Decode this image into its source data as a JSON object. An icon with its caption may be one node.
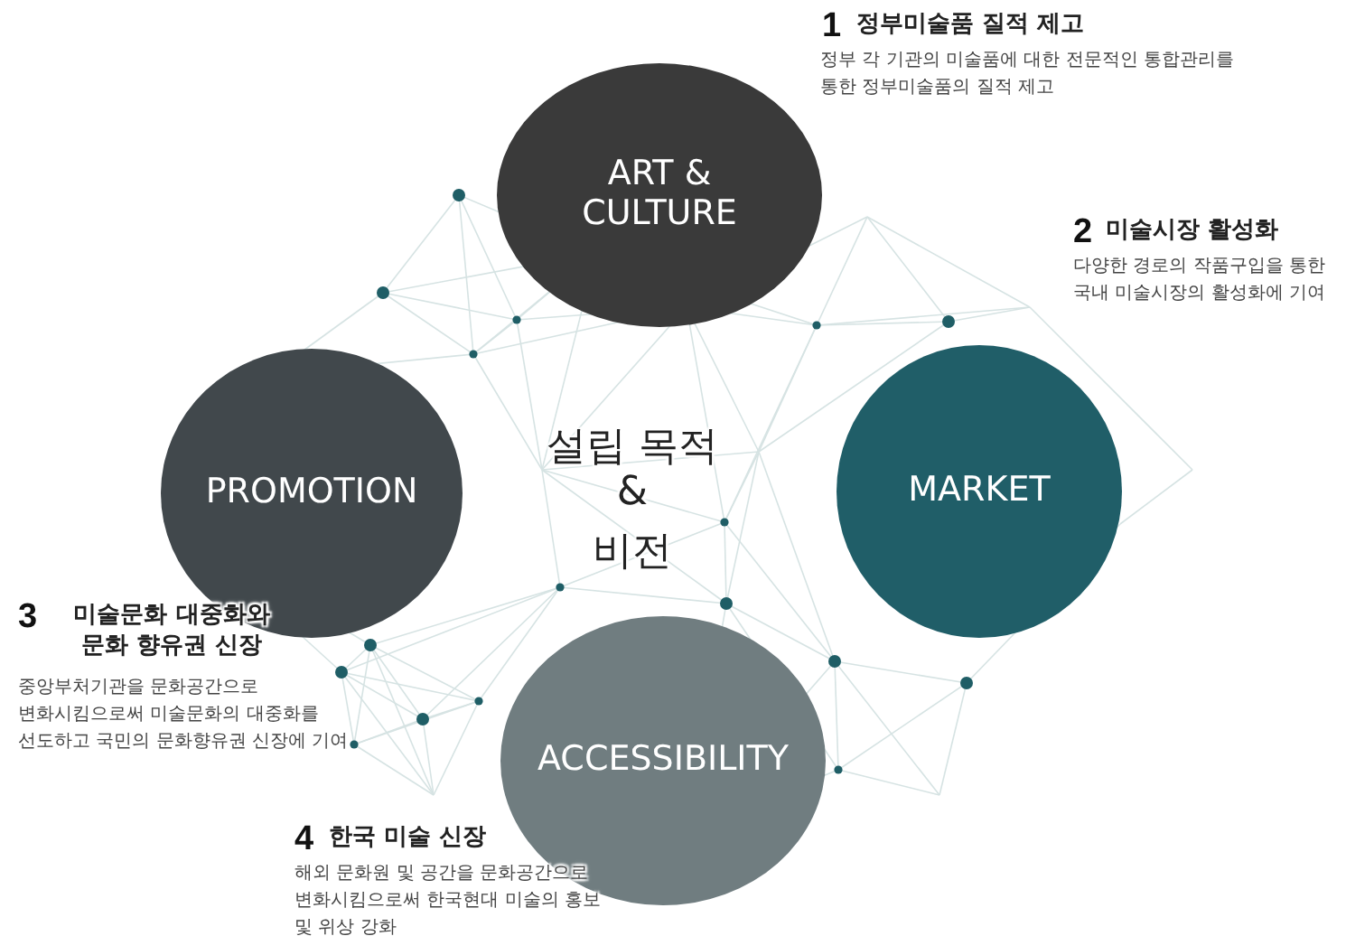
{
  "diagram": {
    "nodes": [
      {
        "text": [
          "ART & CULTURE"
        ]
      },
      {
        "text": [
          "PROMOTION"
        ]
      },
      {
        "text": [
          "MARKET"
        ]
      },
      {
        "text": [
          "ACCESSIBILITY"
        ]
      }
    ],
    "labels": [
      "1",
      "정부미술품 질적 제고",
      "정부 각 기관의 미술품에 대한 전문적인 통합관리를 통한 정부미술품의 질적 제고",
      "2",
      "미술시장 활성화",
      "다양한 경로의 작품구입을 통한 국내 미술시장의 활성화에 기여",
      "설립 목적",
      "&",
      "비전",
      "3",
      "미술문화 대중화와 문화 향유권 신장",
      "중앙부처기관을 문화공간으로 변화시킴으로써 미술문화의 대중화를 선도하고 국민의 문화향유권 신장에 기여",
      "4",
      "한국 미술 신장",
      "해외 문화원 및 공간을 문화공간으로 변화시킴으로써 한국현대 미술의 홍보 및 위상 강화"
    ]
  }
}
